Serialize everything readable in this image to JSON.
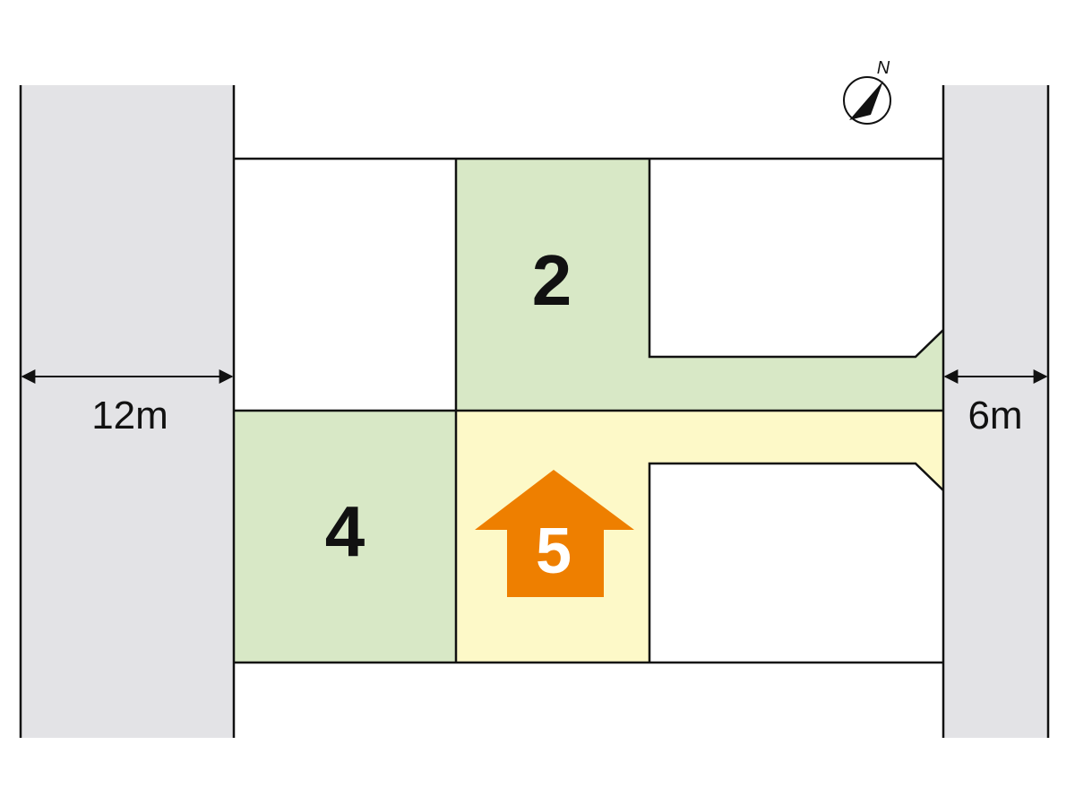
{
  "roads": {
    "west": {
      "width_label": "12m"
    },
    "east": {
      "width_label": "6m"
    }
  },
  "lots": {
    "lot_2": {
      "number": "2",
      "status": "other"
    },
    "lot_4": {
      "number": "4",
      "status": "other"
    },
    "lot_5": {
      "number": "5",
      "status": "featured"
    }
  },
  "compass": {
    "north_label": "N"
  },
  "colors": {
    "road": "#e3e3e6",
    "other_lot": "#d8e8c6",
    "featured_lot": "#fdf9c8",
    "featured_marker": "#ee7f00",
    "outline": "#111111"
  }
}
